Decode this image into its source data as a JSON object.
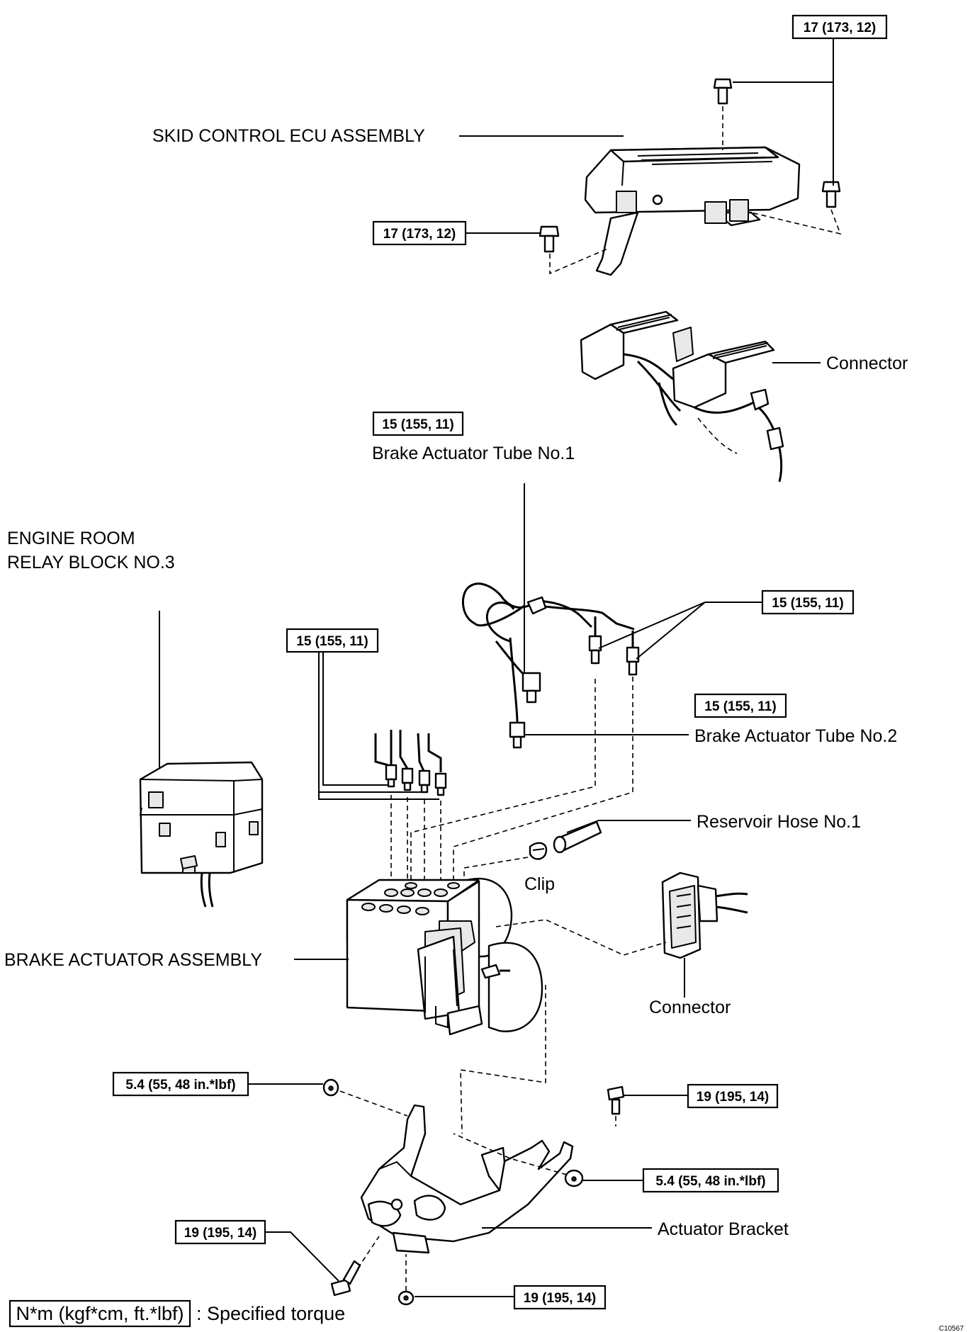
{
  "labels": {
    "skid_ecu": "SKID CONTROL ECU ASSEMBLY",
    "connector_top": "Connector",
    "tube1": "Brake Actuator Tube No.1",
    "relay_block_line1": "ENGINE ROOM",
    "relay_block_line2": "RELAY BLOCK NO.3",
    "tube2": "Brake Actuator Tube No.2",
    "reservoir_hose": "Reservoir Hose No.1",
    "clip": "Clip",
    "brake_actuator": "BRAKE ACTUATOR ASSEMBLY",
    "connector_bottom": "Connector",
    "actuator_bracket": "Actuator Bracket",
    "image_code": "C10567"
  },
  "torques": {
    "ecu_right": "17 (173, 12)",
    "ecu_left": "17 (173, 12)",
    "tube1": "15 (155, 11)",
    "tube1_unions": "15 (155, 11)",
    "actuator_left_unions": "15 (155, 11)",
    "tube2": "15 (155, 11)",
    "bracket_nut_left": "5.4 (55, 48 in.*lbf)",
    "bracket_bolt_right": "19 (195, 14)",
    "bracket_nut_right": "5.4 (55, 48 in.*lbf)",
    "bracket_bolt_left": "19 (195, 14)",
    "bracket_bolt_bottom": "19 (195, 14)"
  },
  "legend": {
    "unit": "N*m (kgf*cm, ft.*lbf)",
    "text": ": Specified torque"
  }
}
